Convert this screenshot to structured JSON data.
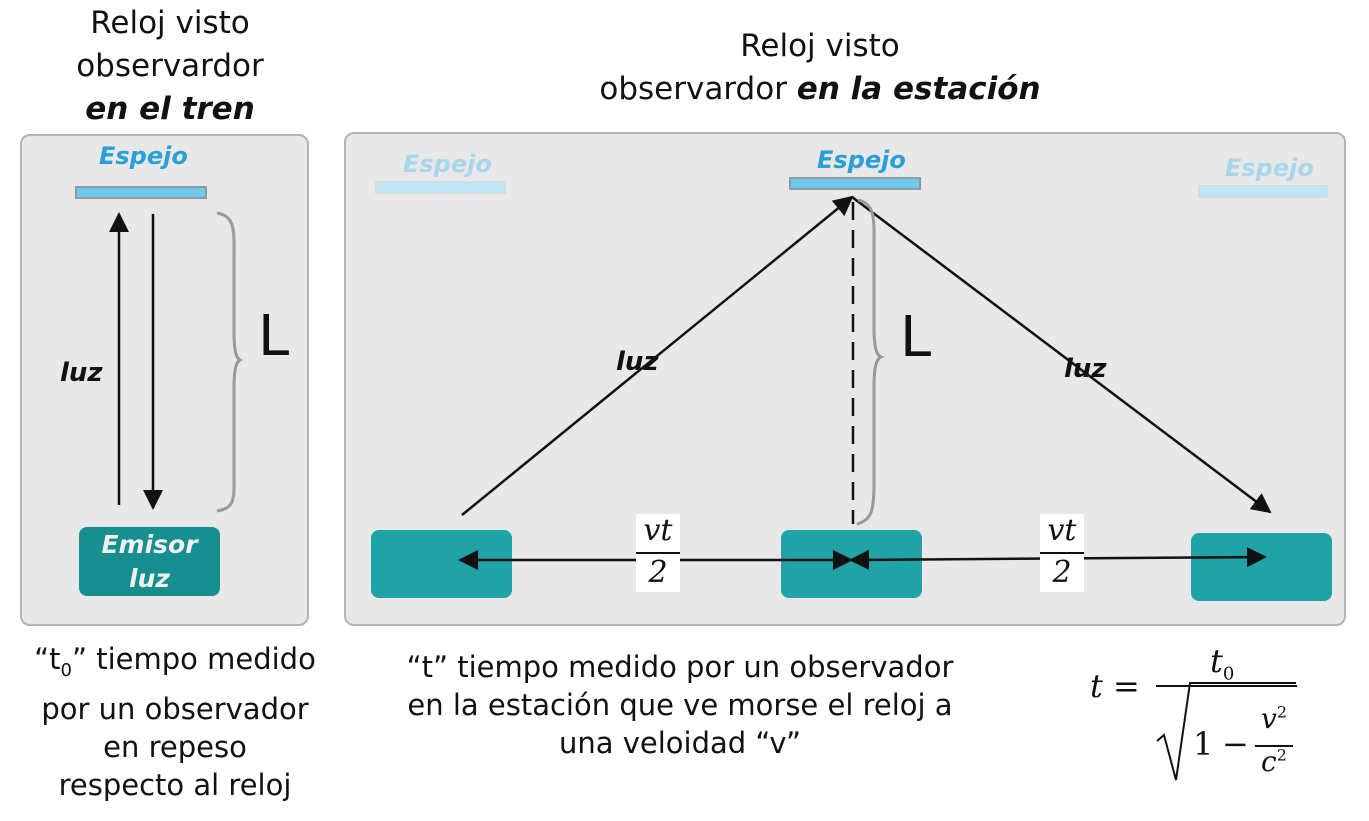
{
  "left_heading": {
    "line1": "Reloj visto",
    "line2": "observardor",
    "line3": "en el tren"
  },
  "right_heading": {
    "line1": "Reloj visto",
    "line2": "observardor ",
    "line2_em": "en la estación"
  },
  "left_panel": {
    "mirror_label": "Espejo",
    "light_label": "luz",
    "length_label": "L",
    "emitter_line1": "Emisor",
    "emitter_line2": "luz"
  },
  "right_panel": {
    "mirror_label_left": "Espejo",
    "mirror_label_center": "Espejo",
    "mirror_label_right": "Espejo",
    "light_label_left": "luz",
    "light_label_right": "luz",
    "length_label": "L",
    "half_distance_num": "vt",
    "half_distance_den": "2"
  },
  "captions": {
    "left_line1_pre": "“t",
    "left_line1_sub": "0",
    "left_line1_post": "” tiempo medido",
    "left_line2": "por un observador",
    "left_line3": "en repeso",
    "left_line4": "respecto al reloj",
    "right_line1": "“t”  tiempo medido  por un observador",
    "right_line2": "en la estación que ve morse el reloj a",
    "right_line3": "una veloidad “v”"
  },
  "formula": {
    "lhs": "t",
    "equals": "=",
    "numerator": "t",
    "numerator_sub": "0",
    "one": "1",
    "minus": "−",
    "v": "v",
    "v_exp": "2",
    "c": "c",
    "c_exp": "2"
  },
  "colors": {
    "panel_bg": "#e8e8e8",
    "mirror_text": "#2a9fd6",
    "mirror_bar": "#6ecbee",
    "clock_box": "#1fa3a6",
    "emitter_box": "#178e8f"
  }
}
